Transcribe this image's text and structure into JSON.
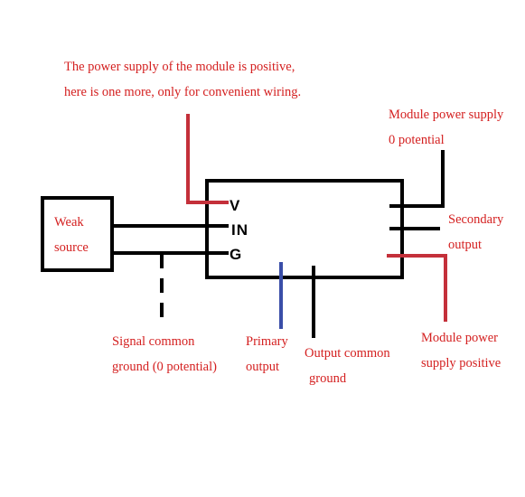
{
  "colors": {
    "annotation_text": "#d42020",
    "wire_black": "#000000",
    "wire_red": "#c4303a",
    "wire_blue": "#3a4ea8",
    "background": "#ffffff"
  },
  "annotations": {
    "vplus_note_line1": "The power supply of the module is positive,",
    "vplus_note_line2": "here is one more, only for convenient wiring.",
    "module_power_zero_line1": "Module power supply",
    "module_power_zero_line2": "0 potential",
    "secondary_output_line1": "Secondary",
    "secondary_output_line2": "output",
    "weak_source_line1": "Weak",
    "weak_source_line2": "source",
    "signal_ground_line1": "Signal common",
    "signal_ground_line2": "ground (0 potential)",
    "primary_output_line1": "Primary",
    "primary_output_line2": "output",
    "output_ground_line1": "Output common",
    "output_ground_line2": "ground",
    "module_power_positive_line1": "Module power",
    "module_power_positive_line2": "supply positive"
  },
  "pins": {
    "v": "V",
    "in": "IN",
    "g": "G"
  }
}
